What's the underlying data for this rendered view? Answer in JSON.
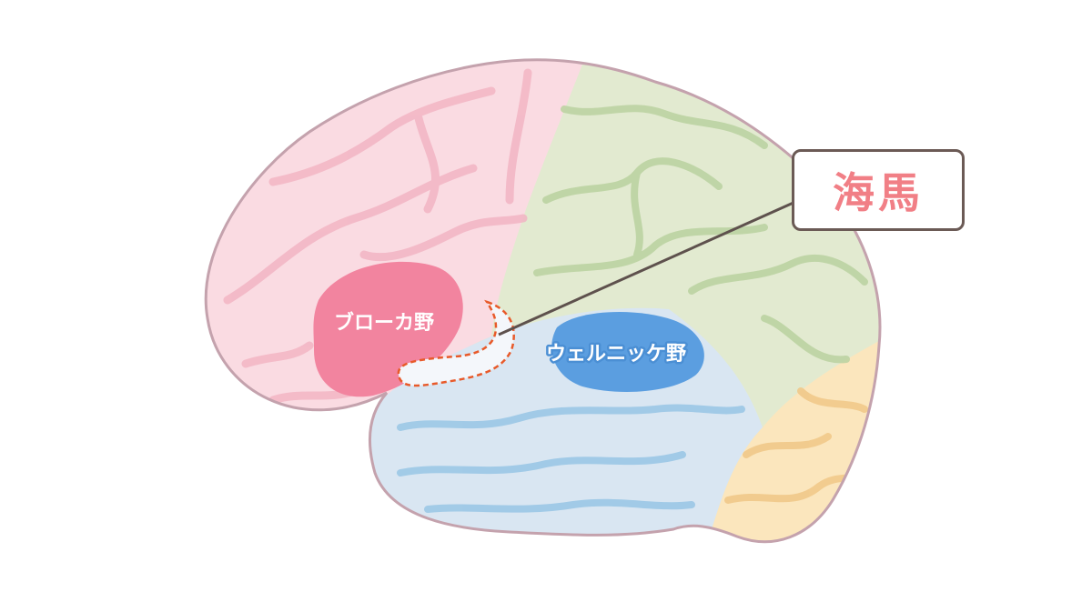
{
  "callout": {
    "label": "海馬"
  },
  "regions": {
    "broca_label": "ブローカ野",
    "wernicke_label": "ウェルニッケ野"
  },
  "colors": {
    "frontal_lobe": "#fadbe2",
    "parietal_lobe": "#e2ead0",
    "temporal_lobe": "#d9e6f2",
    "occipital_lobe": "#fbe6bd",
    "broca_area": "#f2849f",
    "wernicke_area": "#5b9ee0",
    "hippocampus_fill": "#f4f7fb",
    "hippocampus_outline": "#e85a2a",
    "brain_outline": "#c4a2ad",
    "callout_border": "#6b5a55",
    "callout_text": "#f17f86",
    "leader_line": "#5e514d"
  }
}
